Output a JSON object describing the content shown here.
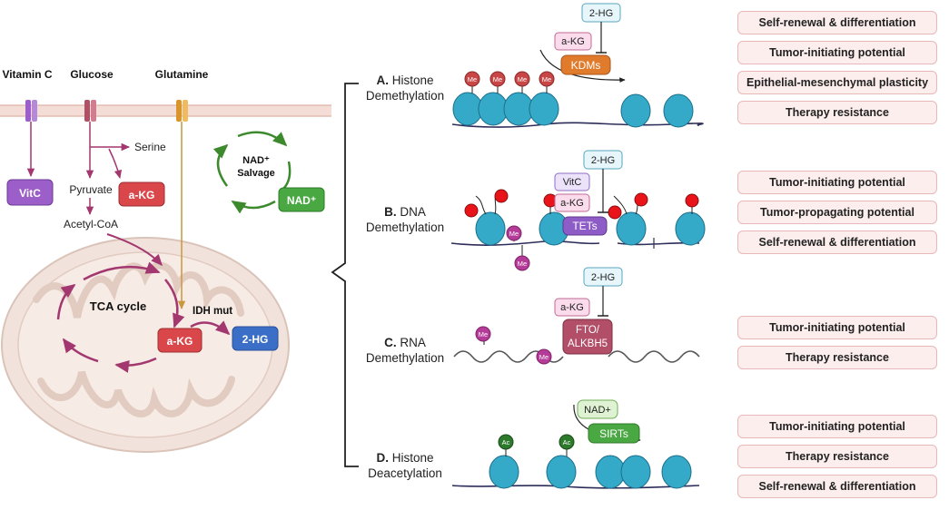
{
  "left_panel": {
    "vitamin_c_label": "Vitamin C",
    "glucose_label": "Glucose",
    "glutamine_label": "Glutamine",
    "vitc_box": "VitC",
    "serine_label": "Serine",
    "pyruvate_label": "Pyruvate",
    "akg_box_cyto": "a-KG",
    "acetyl_coa_label": "Acetyl-CoA",
    "nad_salvage_label_1": "NAD⁺",
    "nad_salvage_label_2": "Salvage",
    "nad_box": "NAD⁺",
    "tca_label": "TCA cycle",
    "idh_label": "IDH mut",
    "akg_box_mito": "a-KG",
    "hg2_box_mito": "2-HG"
  },
  "sections": [
    {
      "letter": "A.",
      "line1": "Histone",
      "line2": "Demethylation",
      "hg2": "2-HG",
      "akg": "a-KG",
      "enzyme": "KDMs",
      "mark": "Me",
      "outcomes": [
        "Self-renewal & differentiation",
        "Tumor-initiating potential",
        "Epithelial-mesenchymal plasticity",
        "Therapy resistance"
      ]
    },
    {
      "letter": "B.",
      "line1": "DNA",
      "line2": "Demethylation",
      "hg2": "2-HG",
      "vitc": "VitC",
      "akg": "a-KG",
      "enzyme": "TETs",
      "mark": "Me",
      "outcomes": [
        "Tumor-initiating potential",
        "Tumor-propagating potential",
        "Self-renewal & differentiation"
      ]
    },
    {
      "letter": "C.",
      "line1": "RNA",
      "line2": "Demethylation",
      "hg2": "2-HG",
      "akg": "a-KG",
      "enzyme_line1": "FTO/",
      "enzyme_line2": "ALKBH5",
      "mark": "Me",
      "outcomes": [
        "Tumor-initiating potential",
        "Therapy resistance"
      ]
    },
    {
      "letter": "D.",
      "line1": "Histone",
      "line2": "Deacetylation",
      "nad": "NAD+",
      "enzyme": "SIRTs",
      "mark": "Ac",
      "outcomes": [
        "Tumor-initiating potential",
        "Therapy resistance",
        "Self-renewal & differentiation"
      ]
    }
  ],
  "colors": {
    "akg_red": "#d9474b",
    "hg2_blue": "#3b6fc7",
    "vitc_purple": "#9c5ec8",
    "nad_green": "#4aa843",
    "kdm_orange": "#e07b2c",
    "tet_purple": "#8e5cc7",
    "fto_maroon": "#b24e68",
    "sirt_green": "#4aa843",
    "nucleosome": "#34a9c8",
    "me_red": "#c94646",
    "me_magenta": "#b53b98",
    "ac_green": "#2d7a2d",
    "outcome_fill": "#fdeeee",
    "outcome_border": "#e8b7b7"
  }
}
